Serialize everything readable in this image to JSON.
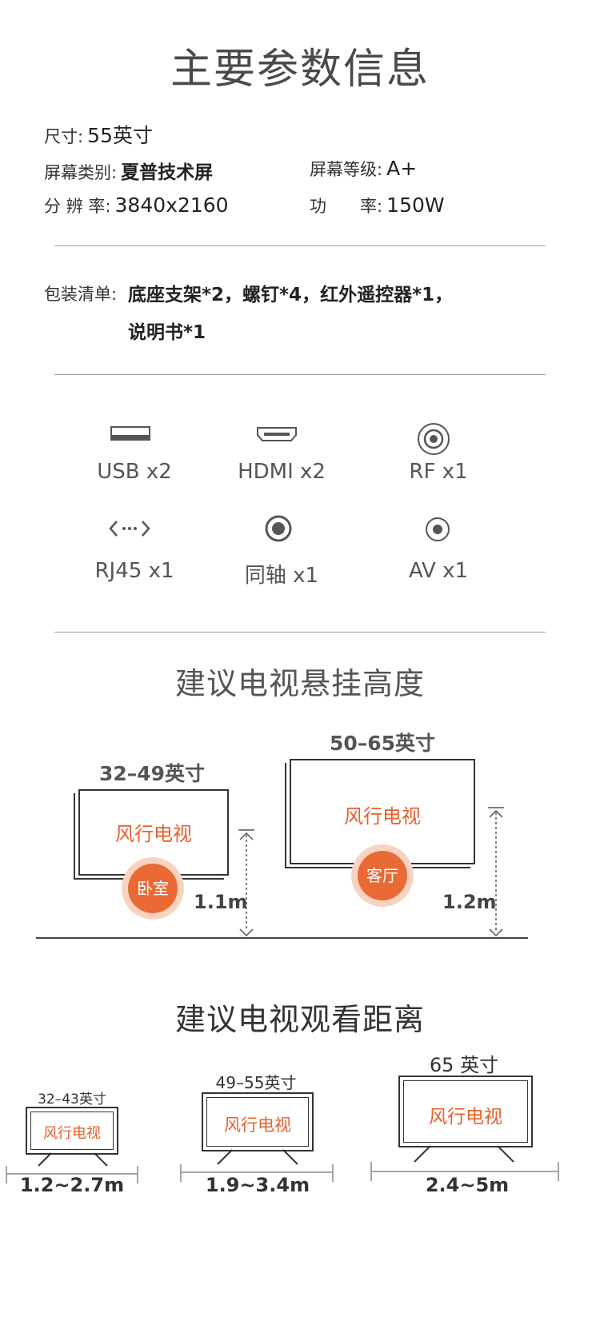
{
  "main_title": "主要参数信息",
  "specs": {
    "size_label": "尺寸:",
    "size_value": "55英寸",
    "screen_type_label": "屏幕类别:",
    "screen_type_value": "夏普技术屏",
    "screen_grade_label": "屏幕等级:",
    "screen_grade_value": "A+",
    "resolution_label": "分 辨 率:",
    "resolution_value": "3840x2160",
    "power_label": "功　　率:",
    "power_value": "150W"
  },
  "package": {
    "label": "包装清单:",
    "line1": "底座支架*2，螺钉*4，红外遥控器*1，",
    "line2": "说明书*1"
  },
  "ports": [
    {
      "icon": "usb-port-icon",
      "label": "USB x2"
    },
    {
      "icon": "hdmi-port-icon",
      "label": "HDMI x2"
    },
    {
      "icon": "rf-port-icon",
      "label": "RF x1"
    },
    {
      "icon": "rj45-port-icon",
      "label": "RJ45 x1"
    },
    {
      "icon": "coaxial-port-icon",
      "label": "同轴 x1"
    },
    {
      "icon": "av-port-icon",
      "label": "AV x1"
    }
  ],
  "mount": {
    "title": "建议电视悬挂高度",
    "small": {
      "size": "32–49英寸",
      "brand": "风行电视",
      "room": "卧室",
      "height": "1.1m"
    },
    "large": {
      "size": "50–65英寸",
      "brand": "风行电视",
      "room": "客厅",
      "height": "1.2m"
    }
  },
  "distance": {
    "title": "建议电视观看距离",
    "items": [
      {
        "size": "32–43英寸",
        "brand": "风行电视",
        "range": "1.2~2.7m"
      },
      {
        "size": "49–55英寸",
        "brand": "风行电视",
        "range": "1.9~3.4m"
      },
      {
        "size": "65 英寸",
        "brand": "风行电视",
        "range": "2.4~5m"
      }
    ]
  },
  "colors": {
    "accent": "#e8602c",
    "badge": "#ea6a35",
    "text": "#333333"
  }
}
